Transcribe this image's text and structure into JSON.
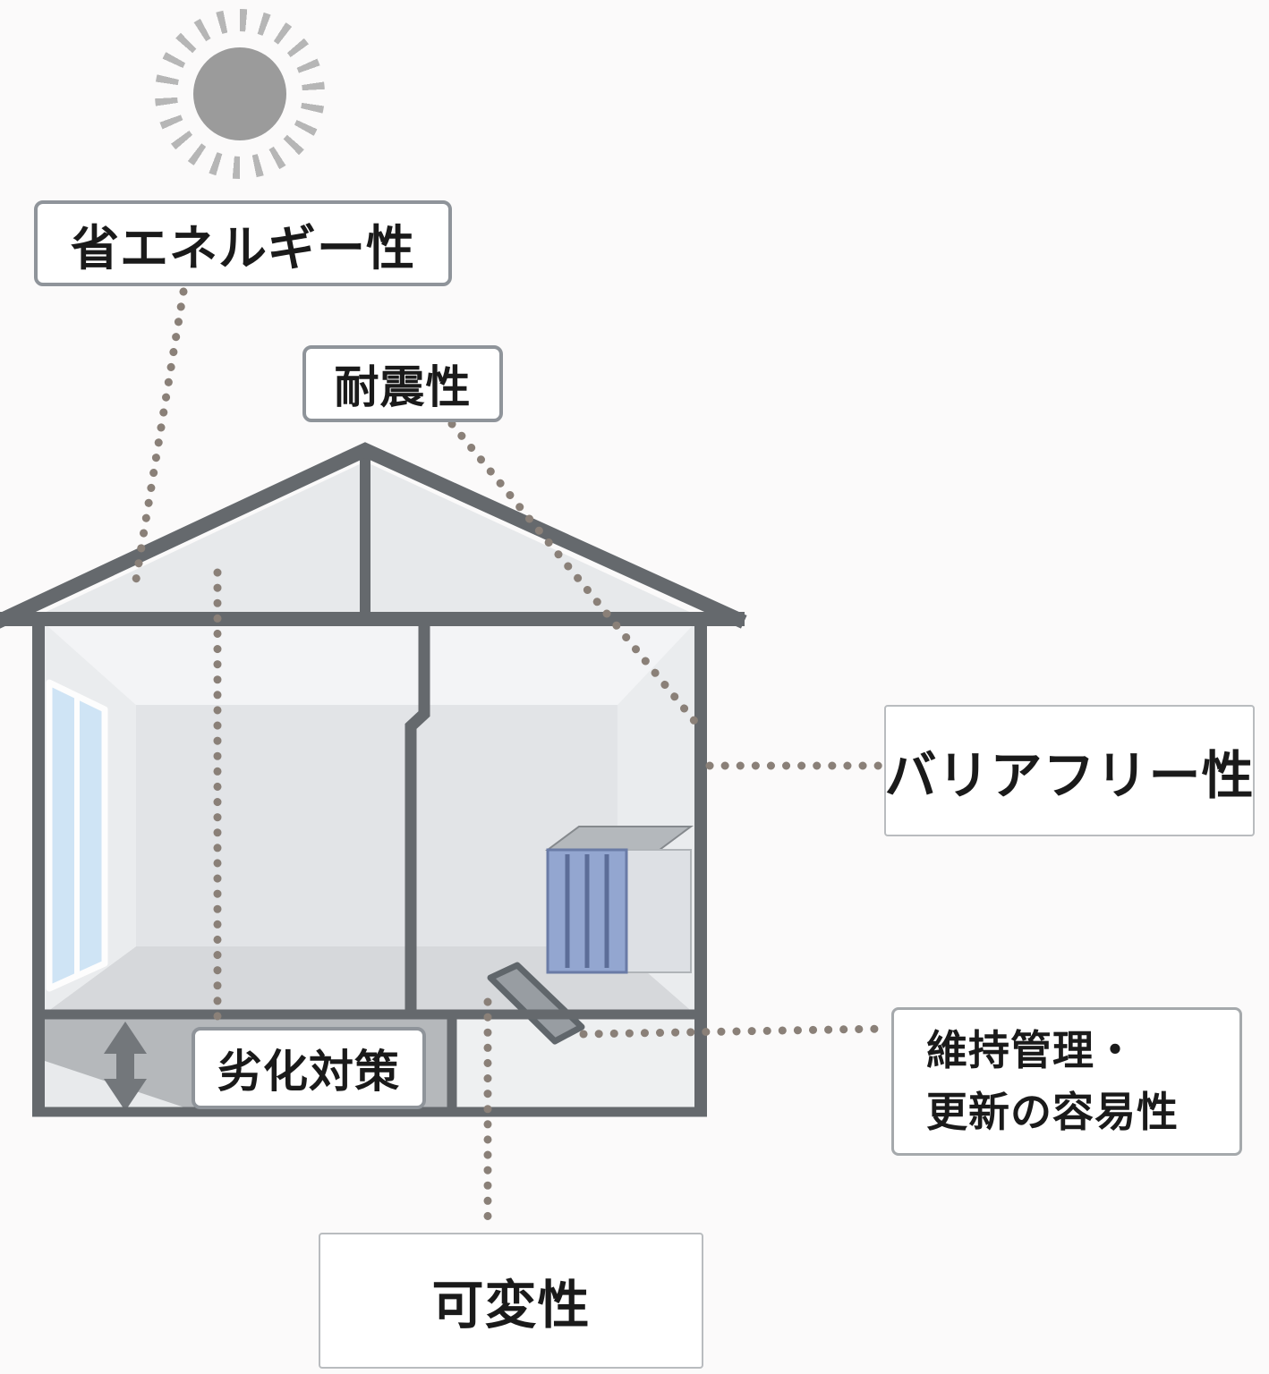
{
  "diagram": {
    "labels": {
      "energy": {
        "text": "省エネルギー性"
      },
      "earthquake": {
        "text": "耐震性"
      },
      "barrier_free": {
        "text": "バリアフリー性"
      },
      "deterioration": {
        "text": "劣化対策"
      },
      "maintenance": {
        "line1": "維持管理・",
        "line2": "更新の容易性"
      },
      "flexibility": {
        "text": "可変性"
      }
    },
    "icons": {
      "sun": "sun-icon",
      "updown_arrow": "up-down-arrow-icon",
      "house": "house-cross-section",
      "window": "window-icon",
      "cabinet": "cabinet-icon",
      "floor_hatch": "floor-hatch-icon"
    },
    "colors": {
      "background": "#fbfafa",
      "outline": "#65696d",
      "dotted_line": "#8a8078",
      "sun": "#9b9b9b",
      "window_glass": "#cfe4f5",
      "cabinet_front": "#93a6d0",
      "label_text": "#1a1a1a",
      "label_border_strong": "#8f949a",
      "label_border_light": "#b9bcbf"
    }
  }
}
